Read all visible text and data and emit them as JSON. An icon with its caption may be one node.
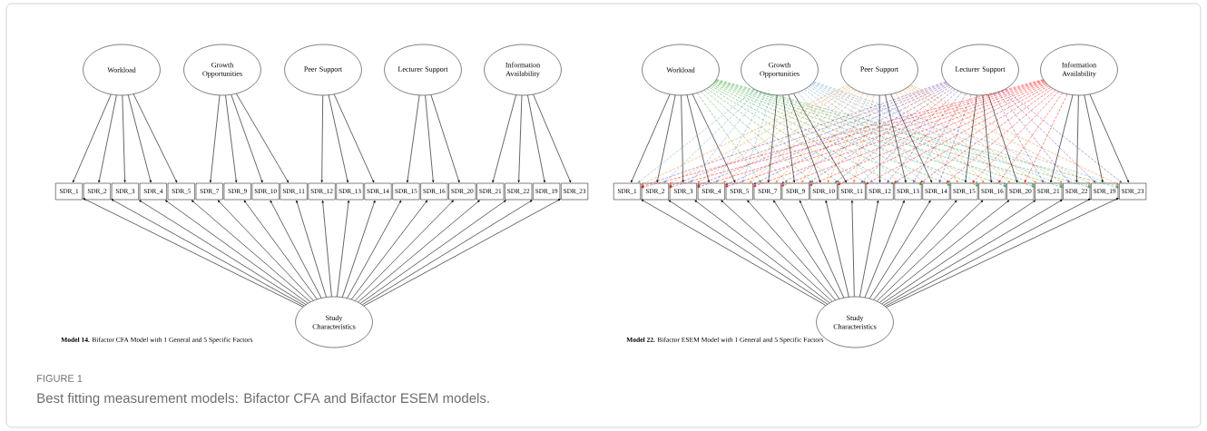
{
  "diagram": {
    "title": "FIGURE 1",
    "caption": "Best fitting measurement models: Bifactor CFA and Bifactor ESEM models.",
    "nodes": [
      {
        "text": [
          "Workload"
        ]
      },
      {
        "text": [
          "Growth Opportunities"
        ]
      },
      {
        "text": [
          "Peer Support"
        ]
      },
      {
        "text": [
          "Lecturer Support"
        ]
      },
      {
        "text": [
          "Information Availability"
        ]
      },
      {
        "text": [
          "SDR_1"
        ]
      },
      {
        "text": [
          "SDR_2"
        ]
      },
      {
        "text": [
          "SDR_3"
        ]
      },
      {
        "text": [
          "SDR_4"
        ]
      },
      {
        "text": [
          "SDR_5"
        ]
      },
      {
        "text": [
          "SDR_7"
        ]
      },
      {
        "text": [
          "SDR_9"
        ]
      },
      {
        "text": [
          "SDR_10"
        ]
      },
      {
        "text": [
          "SDR_11"
        ]
      },
      {
        "text": [
          "SDR_12"
        ]
      },
      {
        "text": [
          "SDR_13"
        ]
      },
      {
        "text": [
          "SDR_14"
        ]
      },
      {
        "text": [
          "SDR_15"
        ]
      },
      {
        "text": [
          "SDR_16"
        ]
      },
      {
        "text": [
          "SDR_20"
        ]
      },
      {
        "text": [
          "SDR_21"
        ]
      },
      {
        "text": [
          "SDR_22"
        ]
      },
      {
        "text": [
          "SDR_19"
        ]
      },
      {
        "text": [
          "SDR_23"
        ]
      },
      {
        "text": [
          "Study Characteristics"
        ]
      },
      {
        "text": [
          "Workload"
        ]
      },
      {
        "text": [
          "Growth Opportunities"
        ]
      },
      {
        "text": [
          "Peer Support"
        ]
      },
      {
        "text": [
          "Lecturer Support"
        ]
      },
      {
        "text": [
          "Information Availability"
        ]
      },
      {
        "text": [
          "SDR_1"
        ]
      },
      {
        "text": [
          "SDR_2"
        ]
      },
      {
        "text": [
          "SDR_3"
        ]
      },
      {
        "text": [
          "SDR_4"
        ]
      },
      {
        "text": [
          "SDR_5"
        ]
      },
      {
        "text": [
          "SDR_7"
        ]
      },
      {
        "text": [
          "SDR_9"
        ]
      },
      {
        "text": [
          "SDR_10"
        ]
      },
      {
        "text": [
          "SDR_11"
        ]
      },
      {
        "text": [
          "SDR_12"
        ]
      },
      {
        "text": [
          "SDR_13"
        ]
      },
      {
        "text": [
          "SDR_14"
        ]
      },
      {
        "text": [
          "SDR_15"
        ]
      },
      {
        "text": [
          "SDR_16"
        ]
      },
      {
        "text": [
          "SDR_20"
        ]
      },
      {
        "text": [
          "SDR_21"
        ]
      },
      {
        "text": [
          "SDR_22"
        ]
      },
      {
        "text": [
          "SDR_19"
        ]
      },
      {
        "text": [
          "SDR_23"
        ]
      },
      {
        "text": [
          "Study Characteristics"
        ]
      }
    ],
    "edges": [
      {
        "from": 0,
        "to": 5,
        "arrow": "to"
      },
      {
        "from": 0,
        "to": 6,
        "arrow": "to"
      },
      {
        "from": 0,
        "to": 7,
        "arrow": "to"
      },
      {
        "from": 0,
        "to": 8,
        "arrow": "to"
      },
      {
        "from": 0,
        "to": 9,
        "arrow": "to"
      },
      {
        "from": 1,
        "to": 10,
        "arrow": "to"
      },
      {
        "from": 1,
        "to": 11,
        "arrow": "to"
      },
      {
        "from": 1,
        "to": 12,
        "arrow": "to"
      },
      {
        "from": 1,
        "to": 13,
        "arrow": "to"
      },
      {
        "from": 2,
        "to": 14,
        "arrow": "to"
      },
      {
        "from": 2,
        "to": 15,
        "arrow": "to"
      },
      {
        "from": 2,
        "to": 16,
        "arrow": "to"
      },
      {
        "from": 3,
        "to": 17,
        "arrow": "to"
      },
      {
        "from": 3,
        "to": 18,
        "arrow": "to"
      },
      {
        "from": 3,
        "to": 19,
        "arrow": "to"
      },
      {
        "from": 4,
        "to": 20,
        "arrow": "to"
      },
      {
        "from": 4,
        "to": 21,
        "arrow": "to"
      },
      {
        "from": 4,
        "to": 22,
        "arrow": "to"
      },
      {
        "from": 4,
        "to": 23,
        "arrow": "to"
      },
      {
        "from": 24,
        "to": 5,
        "arrow": "to"
      },
      {
        "from": 24,
        "to": 6,
        "arrow": "to"
      },
      {
        "from": 24,
        "to": 7,
        "arrow": "to"
      },
      {
        "from": 24,
        "to": 8,
        "arrow": "to"
      },
      {
        "from": 24,
        "to": 9,
        "arrow": "to"
      },
      {
        "from": 24,
        "to": 10,
        "arrow": "to"
      },
      {
        "from": 24,
        "to": 11,
        "arrow": "to"
      },
      {
        "from": 24,
        "to": 12,
        "arrow": "to"
      },
      {
        "from": 24,
        "to": 13,
        "arrow": "to"
      },
      {
        "from": 24,
        "to": 14,
        "arrow": "to"
      },
      {
        "from": 24,
        "to": 15,
        "arrow": "to"
      },
      {
        "from": 24,
        "to": 16,
        "arrow": "to"
      },
      {
        "from": 24,
        "to": 17,
        "arrow": "to"
      },
      {
        "from": 24,
        "to": 18,
        "arrow": "to"
      },
      {
        "from": 24,
        "to": 19,
        "arrow": "to"
      },
      {
        "from": 24,
        "to": 20,
        "arrow": "to"
      },
      {
        "from": 24,
        "to": 21,
        "arrow": "to"
      },
      {
        "from": 24,
        "to": 22,
        "arrow": "to"
      },
      {
        "from": 24,
        "to": 23,
        "arrow": "to"
      },
      {
        "from": 25,
        "to": 30,
        "arrow": "to"
      },
      {
        "from": 25,
        "to": 31,
        "arrow": "to"
      },
      {
        "from": 25,
        "to": 32,
        "arrow": "to"
      },
      {
        "from": 25,
        "to": 33,
        "arrow": "to"
      },
      {
        "from": 25,
        "to": 34,
        "arrow": "to"
      },
      {
        "from": 25,
        "to": 35,
        "arrow": "to",
        "style": "dashed",
        "color": "#2ca02c"
      },
      {
        "from": 25,
        "to": 36,
        "arrow": "to",
        "style": "dashed",
        "color": "#2ca02c"
      },
      {
        "from": 25,
        "to": 37,
        "arrow": "to",
        "style": "dashed",
        "color": "#2ca02c"
      },
      {
        "from": 25,
        "to": 38,
        "arrow": "to",
        "style": "dashed",
        "color": "#2ca02c"
      },
      {
        "from": 25,
        "to": 39,
        "arrow": "to",
        "style": "dashed",
        "color": "#2ca02c"
      },
      {
        "from": 25,
        "to": 40,
        "arrow": "to",
        "style": "dashed",
        "color": "#2ca02c"
      },
      {
        "from": 25,
        "to": 41,
        "arrow": "to",
        "style": "dashed",
        "color": "#2ca02c"
      },
      {
        "from": 25,
        "to": 42,
        "arrow": "to",
        "style": "dashed",
        "color": "#2ca02c"
      },
      {
        "from": 25,
        "to": 43,
        "arrow": "to",
        "style": "dashed",
        "color": "#2ca02c"
      },
      {
        "from": 25,
        "to": 44,
        "arrow": "to",
        "style": "dashed",
        "color": "#2ca02c"
      },
      {
        "from": 25,
        "to": 45,
        "arrow": "to",
        "style": "dashed",
        "color": "#2ca02c"
      },
      {
        "from": 25,
        "to": 46,
        "arrow": "to",
        "style": "dashed",
        "color": "#2ca02c"
      },
      {
        "from": 25,
        "to": 47,
        "arrow": "to",
        "style": "dashed",
        "color": "#2ca02c"
      },
      {
        "from": 25,
        "to": 48,
        "arrow": "to",
        "style": "dashed",
        "color": "#2ca02c"
      },
      {
        "from": 26,
        "to": 30,
        "arrow": "to",
        "style": "dashed",
        "color": "#5b9bd5"
      },
      {
        "from": 26,
        "to": 31,
        "arrow": "to",
        "style": "dashed",
        "color": "#5b9bd5"
      },
      {
        "from": 26,
        "to": 32,
        "arrow": "to",
        "style": "dashed",
        "color": "#5b9bd5"
      },
      {
        "from": 26,
        "to": 33,
        "arrow": "to",
        "style": "dashed",
        "color": "#5b9bd5"
      },
      {
        "from": 26,
        "to": 34,
        "arrow": "to",
        "style": "dashed",
        "color": "#5b9bd5"
      },
      {
        "from": 26,
        "to": 35,
        "arrow": "to"
      },
      {
        "from": 26,
        "to": 36,
        "arrow": "to"
      },
      {
        "from": 26,
        "to": 37,
        "arrow": "to"
      },
      {
        "from": 26,
        "to": 38,
        "arrow": "to"
      },
      {
        "from": 26,
        "to": 39,
        "arrow": "to",
        "style": "dashed",
        "color": "#5b9bd5"
      },
      {
        "from": 26,
        "to": 40,
        "arrow": "to",
        "style": "dashed",
        "color": "#5b9bd5"
      },
      {
        "from": 26,
        "to": 41,
        "arrow": "to",
        "style": "dashed",
        "color": "#5b9bd5"
      },
      {
        "from": 26,
        "to": 42,
        "arrow": "to",
        "style": "dashed",
        "color": "#5b9bd5"
      },
      {
        "from": 26,
        "to": 43,
        "arrow": "to",
        "style": "dashed",
        "color": "#5b9bd5"
      },
      {
        "from": 26,
        "to": 44,
        "arrow": "to",
        "style": "dashed",
        "color": "#5b9bd5"
      },
      {
        "from": 26,
        "to": 45,
        "arrow": "to",
        "style": "dashed",
        "color": "#5b9bd5"
      },
      {
        "from": 26,
        "to": 46,
        "arrow": "to",
        "style": "dashed",
        "color": "#5b9bd5"
      },
      {
        "from": 26,
        "to": 47,
        "arrow": "to",
        "style": "dashed",
        "color": "#5b9bd5"
      },
      {
        "from": 26,
        "to": 48,
        "arrow": "to",
        "style": "dashed",
        "color": "#5b9bd5"
      },
      {
        "from": 27,
        "to": 30,
        "arrow": "to",
        "style": "dashed",
        "color": "#ff7f0e"
      },
      {
        "from": 27,
        "to": 31,
        "arrow": "to",
        "style": "dashed",
        "color": "#ff7f0e"
      },
      {
        "from": 27,
        "to": 32,
        "arrow": "to",
        "style": "dashed",
        "color": "#ff7f0e"
      },
      {
        "from": 27,
        "to": 33,
        "arrow": "to",
        "style": "dashed",
        "color": "#ff7f0e"
      },
      {
        "from": 27,
        "to": 34,
        "arrow": "to",
        "style": "dashed",
        "color": "#ff7f0e"
      },
      {
        "from": 27,
        "to": 35,
        "arrow": "to",
        "style": "dashed",
        "color": "#ff7f0e"
      },
      {
        "from": 27,
        "to": 36,
        "arrow": "to",
        "style": "dashed",
        "color": "#ff7f0e"
      },
      {
        "from": 27,
        "to": 37,
        "arrow": "to",
        "style": "dashed",
        "color": "#ff7f0e"
      },
      {
        "from": 27,
        "to": 38,
        "arrow": "to",
        "style": "dashed",
        "color": "#ff7f0e"
      },
      {
        "from": 27,
        "to": 39,
        "arrow": "to"
      },
      {
        "from": 27,
        "to": 40,
        "arrow": "to"
      },
      {
        "from": 27,
        "to": 41,
        "arrow": "to"
      },
      {
        "from": 27,
        "to": 42,
        "arrow": "to",
        "style": "dashed",
        "color": "#ff7f0e"
      },
      {
        "from": 27,
        "to": 43,
        "arrow": "to",
        "style": "dashed",
        "color": "#ff7f0e"
      },
      {
        "from": 27,
        "to": 44,
        "arrow": "to",
        "style": "dashed",
        "color": "#ff7f0e"
      },
      {
        "from": 27,
        "to": 45,
        "arrow": "to",
        "style": "dashed",
        "color": "#ff7f0e"
      },
      {
        "from": 27,
        "to": 46,
        "arrow": "to",
        "style": "dashed",
        "color": "#ff7f0e"
      },
      {
        "from": 27,
        "to": 47,
        "arrow": "to",
        "style": "dashed",
        "color": "#ff7f0e"
      },
      {
        "from": 27,
        "to": 48,
        "arrow": "to",
        "style": "dashed",
        "color": "#ff7f0e"
      },
      {
        "from": 28,
        "to": 30,
        "arrow": "to",
        "style": "dashed",
        "color": "#7030a0"
      },
      {
        "from": 28,
        "to": 31,
        "arrow": "to",
        "style": "dashed",
        "color": "#7030a0"
      },
      {
        "from": 28,
        "to": 32,
        "arrow": "to",
        "style": "dashed",
        "color": "#7030a0"
      },
      {
        "from": 28,
        "to": 33,
        "arrow": "to",
        "style": "dashed",
        "color": "#7030a0"
      },
      {
        "from": 28,
        "to": 34,
        "arrow": "to",
        "style": "dashed",
        "color": "#7030a0"
      },
      {
        "from": 28,
        "to": 35,
        "arrow": "to",
        "style": "dashed",
        "color": "#7030a0"
      },
      {
        "from": 28,
        "to": 36,
        "arrow": "to",
        "style": "dashed",
        "color": "#7030a0"
      },
      {
        "from": 28,
        "to": 37,
        "arrow": "to",
        "style": "dashed",
        "color": "#7030a0"
      },
      {
        "from": 28,
        "to": 38,
        "arrow": "to",
        "style": "dashed",
        "color": "#7030a0"
      },
      {
        "from": 28,
        "to": 39,
        "arrow": "to",
        "style": "dashed",
        "color": "#7030a0"
      },
      {
        "from": 28,
        "to": 40,
        "arrow": "to",
        "style": "dashed",
        "color": "#7030a0"
      },
      {
        "from": 28,
        "to": 41,
        "arrow": "to",
        "style": "dashed",
        "color": "#7030a0"
      },
      {
        "from": 28,
        "to": 42,
        "arrow": "to"
      },
      {
        "from": 28,
        "to": 43,
        "arrow": "to"
      },
      {
        "from": 28,
        "to": 44,
        "arrow": "to"
      },
      {
        "from": 28,
        "to": 45,
        "arrow": "to",
        "style": "dashed",
        "color": "#7030a0"
      },
      {
        "from": 28,
        "to": 46,
        "arrow": "to",
        "style": "dashed",
        "color": "#7030a0"
      },
      {
        "from": 28,
        "to": 47,
        "arrow": "to",
        "style": "dashed",
        "color": "#7030a0"
      },
      {
        "from": 28,
        "to": 48,
        "arrow": "to",
        "style": "dashed",
        "color": "#7030a0"
      },
      {
        "from": 29,
        "to": 30,
        "arrow": "to",
        "style": "dashed",
        "color": "#ff0000"
      },
      {
        "from": 29,
        "to": 31,
        "arrow": "to",
        "style": "dashed",
        "color": "#ff0000"
      },
      {
        "from": 29,
        "to": 32,
        "arrow": "to",
        "style": "dashed",
        "color": "#ff0000"
      },
      {
        "from": 29,
        "to": 33,
        "arrow": "to",
        "style": "dashed",
        "color": "#ff0000"
      },
      {
        "from": 29,
        "to": 34,
        "arrow": "to",
        "style": "dashed",
        "color": "#ff0000"
      },
      {
        "from": 29,
        "to": 35,
        "arrow": "to",
        "style": "dashed",
        "color": "#ff0000"
      },
      {
        "from": 29,
        "to": 36,
        "arrow": "to",
        "style": "dashed",
        "color": "#ff0000"
      },
      {
        "from": 29,
        "to": 37,
        "arrow": "to",
        "style": "dashed",
        "color": "#ff0000"
      },
      {
        "from": 29,
        "to": 38,
        "arrow": "to",
        "style": "dashed",
        "color": "#ff0000"
      },
      {
        "from": 29,
        "to": 39,
        "arrow": "to",
        "style": "dashed",
        "color": "#ff0000"
      },
      {
        "from": 29,
        "to": 40,
        "arrow": "to",
        "style": "dashed",
        "color": "#ff0000"
      },
      {
        "from": 29,
        "to": 41,
        "arrow": "to",
        "style": "dashed",
        "color": "#ff0000"
      },
      {
        "from": 29,
        "to": 42,
        "arrow": "to",
        "style": "dashed",
        "color": "#ff0000"
      },
      {
        "from": 29,
        "to": 43,
        "arrow": "to",
        "style": "dashed",
        "color": "#ff0000"
      },
      {
        "from": 29,
        "to": 44,
        "arrow": "to",
        "style": "dashed",
        "color": "#ff0000"
      },
      {
        "from": 29,
        "to": 45,
        "arrow": "to"
      },
      {
        "from": 29,
        "to": 46,
        "arrow": "to"
      },
      {
        "from": 29,
        "to": 47,
        "arrow": "to"
      },
      {
        "from": 29,
        "to": 48,
        "arrow": "to"
      },
      {
        "from": 49,
        "to": 30,
        "arrow": "to"
      },
      {
        "from": 49,
        "to": 31,
        "arrow": "to"
      },
      {
        "from": 49,
        "to": 32,
        "arrow": "to"
      },
      {
        "from": 49,
        "to": 33,
        "arrow": "to"
      },
      {
        "from": 49,
        "to": 34,
        "arrow": "to"
      },
      {
        "from": 49,
        "to": 35,
        "arrow": "to"
      },
      {
        "from": 49,
        "to": 36,
        "arrow": "to"
      },
      {
        "from": 49,
        "to": 37,
        "arrow": "to"
      },
      {
        "from": 49,
        "to": 38,
        "arrow": "to"
      },
      {
        "from": 49,
        "to": 39,
        "arrow": "to"
      },
      {
        "from": 49,
        "to": 40,
        "arrow": "to"
      },
      {
        "from": 49,
        "to": 41,
        "arrow": "to"
      },
      {
        "from": 49,
        "to": 42,
        "arrow": "to"
      },
      {
        "from": 49,
        "to": 43,
        "arrow": "to"
      },
      {
        "from": 49,
        "to": 44,
        "arrow": "to"
      },
      {
        "from": 49,
        "to": 45,
        "arrow": "to"
      },
      {
        "from": 49,
        "to": 46,
        "arrow": "to"
      },
      {
        "from": 49,
        "to": 47,
        "arrow": "to"
      },
      {
        "from": 49,
        "to": 48,
        "arrow": "to"
      }
    ],
    "labels": [
      "**Model 14.** Bifactor CFA Model with 1 General and 5 Specific Factors",
      "**Model 22.** Bifactor ESEM Model with 1 General and 5 Specific Factors"
    ]
  }
}
